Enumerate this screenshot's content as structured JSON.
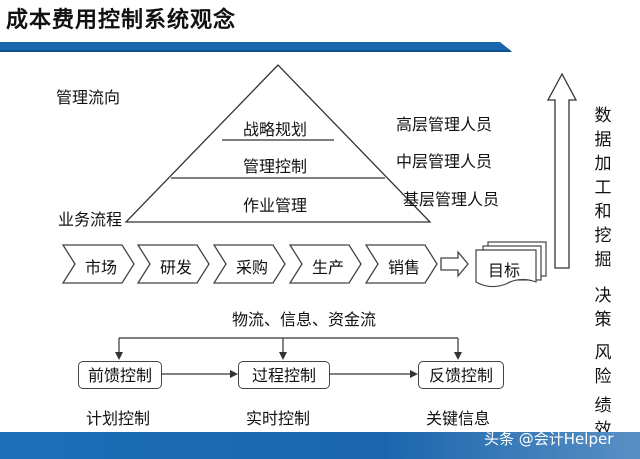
{
  "title": "成本费用控制系统观念",
  "pyramid": {
    "levels": [
      "战略规划",
      "管理控制",
      "作业管理"
    ],
    "roles": [
      "高层管理人员",
      "中层管理人员",
      "基层管理人员"
    ],
    "mgmt_flow_label": "管理流向"
  },
  "business": {
    "label": "业务流程",
    "steps": [
      "市场",
      "研发",
      "采购",
      "生产",
      "销售"
    ],
    "target": "目标"
  },
  "flows_label": "物流、信息、资金流",
  "controls": {
    "boxes": [
      "前馈控制",
      "过程控制",
      "反馈控制"
    ],
    "captions": [
      "计划控制",
      "实时控制",
      "关键信息"
    ]
  },
  "right_column": {
    "group1": [
      "数",
      "据",
      "加",
      "工",
      "和",
      "挖",
      "掘"
    ],
    "group2": [
      "决",
      "策"
    ],
    "group3": [
      "风",
      "险"
    ],
    "group4": [
      "绩",
      "效"
    ]
  },
  "watermark": "头条 @会计Helper",
  "colors": {
    "bar_blue": "#1a66ad",
    "line": "#333333"
  }
}
